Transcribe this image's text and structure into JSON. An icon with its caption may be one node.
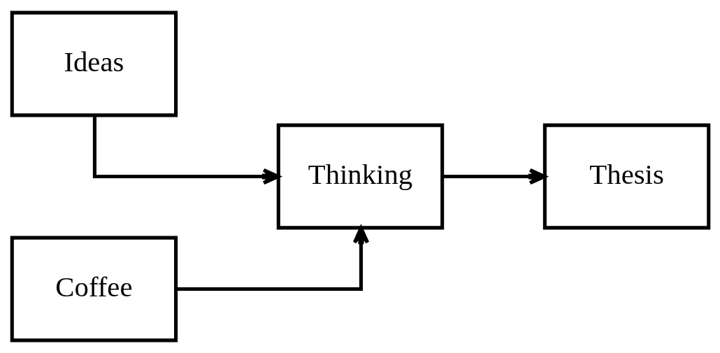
{
  "diagram": {
    "nodes": [
      {
        "text": [
          "Ideas"
        ]
      },
      {
        "text": [
          "Thinking"
        ]
      },
      {
        "text": [
          "Thesis"
        ]
      },
      {
        "text": [
          "Coffee"
        ]
      }
    ],
    "edges": [
      {
        "from": 0,
        "to": 1,
        "arrow": "to"
      },
      {
        "from": 3,
        "to": 1,
        "arrow": "to"
      },
      {
        "from": 1,
        "to": 2,
        "arrow": "to"
      }
    ]
  }
}
